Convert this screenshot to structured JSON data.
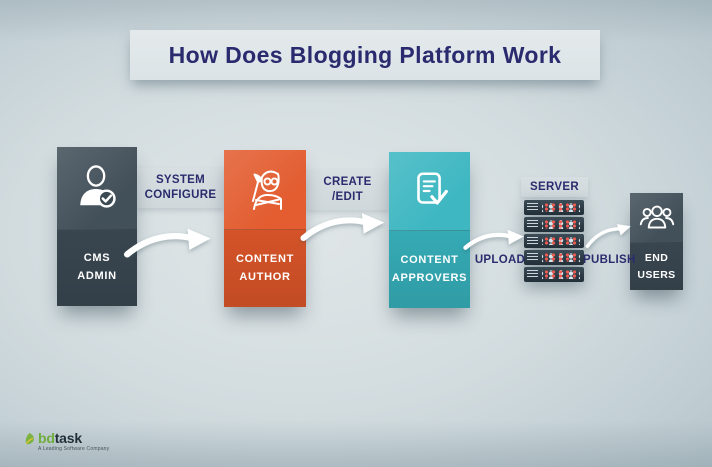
{
  "title": "How Does Blogging Platform Work",
  "stages": [
    {
      "name": "cms-admin",
      "line1": "CMS",
      "line2": "ADMIN",
      "icon": "user-check-icon",
      "color": "#3c4a54"
    },
    {
      "name": "content-author",
      "line1": "CONTENT",
      "line2": "AUTHOR",
      "icon": "author-paintbrush-icon",
      "color": "#e2582a"
    },
    {
      "name": "content-approvers",
      "line1": "CONTENT",
      "line2": "APPROVERS",
      "icon": "document-check-icon",
      "color": "#38b5c0"
    },
    {
      "name": "end-users",
      "line1": "END",
      "line2": "USERS",
      "icon": "users-group-icon",
      "color": "#3c4a54"
    }
  ],
  "connectors": {
    "system_configure": {
      "line1": "SYSTEM",
      "line2": "CONFIGURE"
    },
    "create_edit": {
      "line1": "CREATE",
      "line2": "/EDIT"
    },
    "upload": {
      "label": "UPLOAD"
    },
    "publish": {
      "label": "PUBLISH"
    }
  },
  "server": {
    "label": "SERVER",
    "unit_count": 5
  },
  "logo": {
    "brand_prefix": "bd",
    "brand_suffix": "task",
    "tagline": "A Leading Software Company"
  },
  "colors": {
    "label_text": "#2b2c6e",
    "box_text": "#ffffff",
    "banner_bg": "#dce3e6",
    "band_bg": "#d3dbde",
    "arrow": "#ffffff",
    "slate": "#3c4a54",
    "orange": "#e2582a",
    "teal": "#38b5c0",
    "led_red": "#f05a50",
    "logo_green": "#6fae3d"
  }
}
